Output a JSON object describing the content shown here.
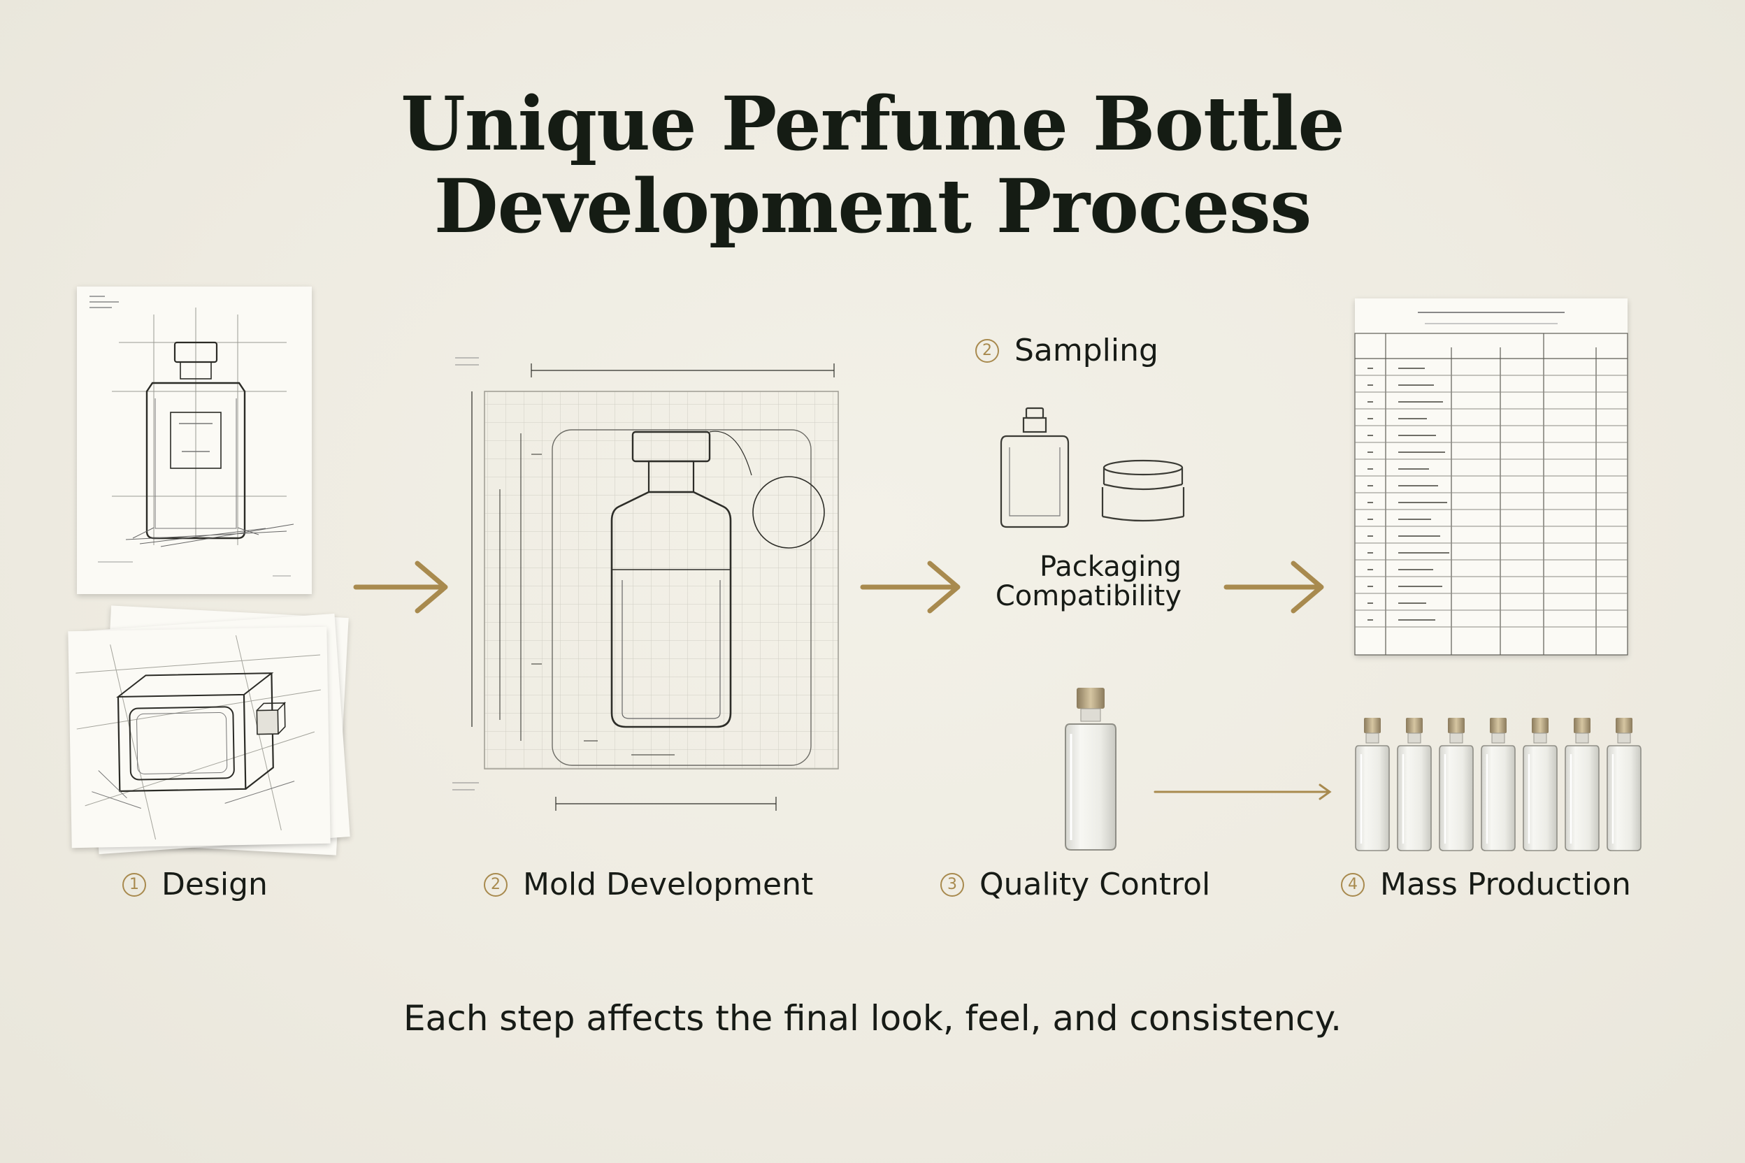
{
  "title": {
    "line1": "Unique Perfume Bottle",
    "line2": "Development Process"
  },
  "steps": {
    "design": {
      "number": "1",
      "label": "Design"
    },
    "mold": {
      "number": "2",
      "label": "Mold Development"
    },
    "sampling": {
      "number": "2",
      "label": "Sampling"
    },
    "packaging": {
      "line1": "Packaging",
      "line2": "Compatibility"
    },
    "quality": {
      "number": "3",
      "label": "Quality Control"
    },
    "mass": {
      "number": "4",
      "label": "Mass Production"
    }
  },
  "footer": "Each step affects the final look, feel, and consistency.",
  "colors": {
    "background": "#efece2",
    "accent": "#a88a4e",
    "ink": "#171b16"
  },
  "icons": [
    "perfume-bottle-sketch",
    "box-sketch",
    "mold-blueprint",
    "sample-bottle",
    "sample-jar",
    "spec-sheet",
    "bottle-row"
  ]
}
